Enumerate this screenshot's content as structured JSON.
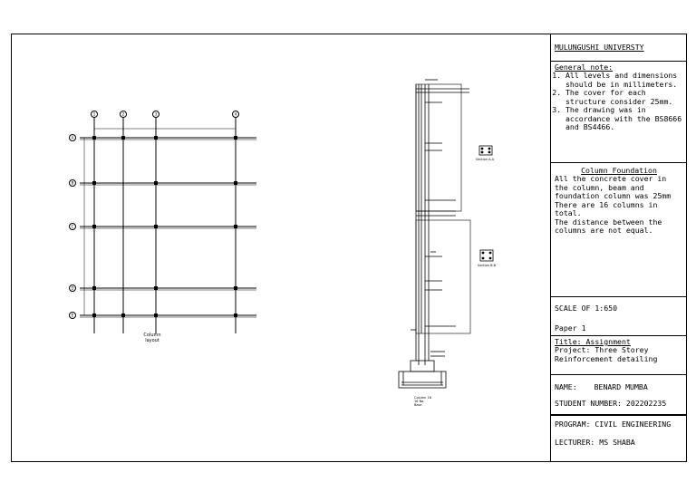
{
  "layout_plan": {
    "grid_labels_top": [
      "1",
      "2",
      "3",
      "4"
    ],
    "grid_labels_left": [
      "A",
      "B",
      "C",
      "D",
      "E"
    ],
    "caption_line1": "Column",
    "caption_line2": "layout"
  },
  "section": {
    "label_section_a": "Section A-A",
    "label_section_b": "Section B-B",
    "label_column_tag": "Column 16",
    "label_column_size": "16 No.",
    "label_base": "Base"
  },
  "title_block": {
    "university": "MULUNGUSHI UNIVERSTY",
    "general_note_heading": "General note:",
    "notes": [
      "All levels and dimensions should be in millimeters.",
      "The cover for each structure consider 25mm.",
      "The drawing was in accordance with the BS8666 and BS4466."
    ],
    "column_foundation_heading": "Column Foundation",
    "column_foundation_text_1": "All the concrete cover in the column, beam and foundation column was 25mm",
    "column_foundation_text_2": "There are 16 columns in total.",
    "column_foundation_text_3": "The distance between the columns are not equal.",
    "scale": "SCALE OF 1:650",
    "paper": "Paper 1",
    "title_label": "Title: Assignment",
    "project_line1": "Project: Three Storey",
    "project_line2": "Reinforcement detailing",
    "name_label": "NAME:",
    "name_value": "BENARD MUMBA",
    "student_number_label": "STUDENT NUMBER:",
    "student_number_value": "202202235",
    "program": "PROGRAM: CIVIL ENGINEERING",
    "lecturer": "LECTURER: MS SHABA"
  }
}
